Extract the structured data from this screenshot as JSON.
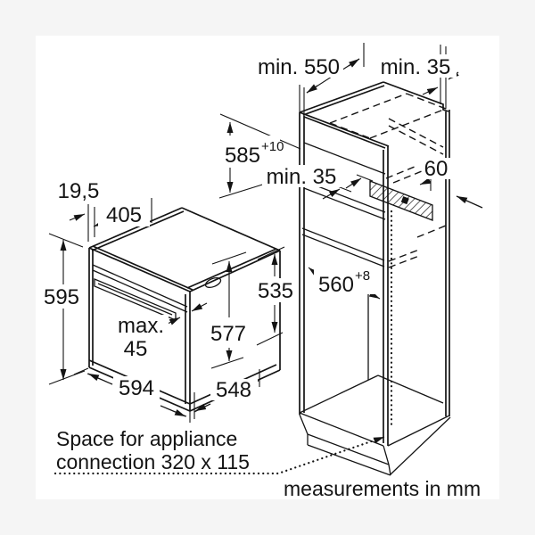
{
  "colors": {
    "frame": "#f5f5f5",
    "canvas": "#ffffff",
    "line": "#141414"
  },
  "oven": {
    "front_offset": "19,5",
    "top_inset": "405",
    "height": "595",
    "handle_clearance_label": "max.",
    "handle_clearance_value": "45",
    "depth_incl_door": "577",
    "width": "594",
    "depth": "548",
    "front_height": "535"
  },
  "cabinet": {
    "niche_depth": "min. 550",
    "rear_gap_top": "min. 35",
    "niche_height": "585",
    "niche_height_tol": "+10",
    "shelf_rear_gap": "min. 35",
    "vent_depth": "60",
    "niche_width": "560",
    "niche_width_tol": "+8"
  },
  "notes": {
    "connection_line1": "Space for appliance",
    "connection_line2": "connection 320 x 115",
    "units": "measurements in mm"
  }
}
